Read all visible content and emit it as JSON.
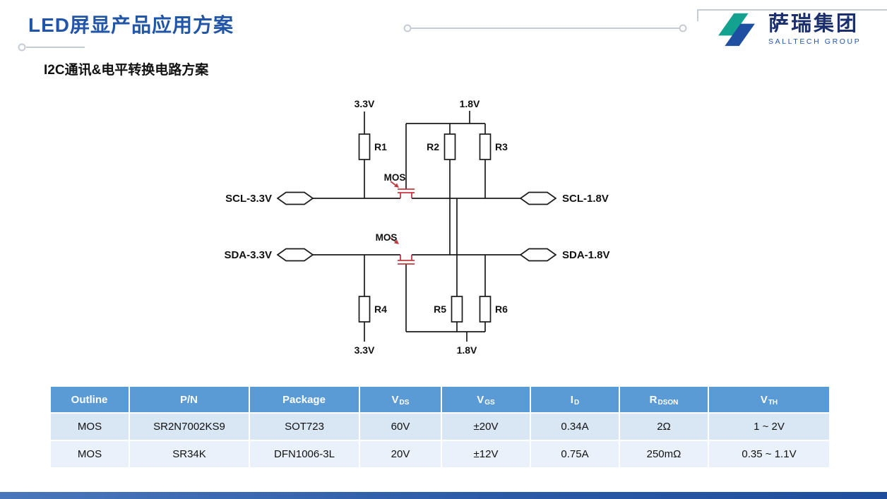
{
  "page": {
    "title": "LED屏显产品应用方案",
    "subtitle": "I2C通讯&电平转换电路方案"
  },
  "logo": {
    "company": "萨瑞集团",
    "group": "SALLTECH GROUP"
  },
  "colors": {
    "accent_blue": "#2155A8",
    "logo_teal": "#12A28F",
    "logo_blue": "#1F4FA0",
    "mos_red": "#C23A42",
    "table_header_bg": "#5B9BD5",
    "table_row1_bg": "#D9E6F4",
    "table_row2_bg": "#EAF1FA"
  },
  "circuit": {
    "rails": {
      "top_left": "3.3V",
      "top_right": "1.8V",
      "bottom_left": "3.3V",
      "bottom_right": "1.8V"
    },
    "mos_label": "MOS",
    "resistors": [
      "R1",
      "R2",
      "R3",
      "R4",
      "R5",
      "R6"
    ],
    "nets": {
      "scl_left": "SCL-3.3V",
      "scl_right": "SCL-1.8V",
      "sda_left": "SDA-3.3V",
      "sda_right": "SDA-1.8V"
    }
  },
  "table": {
    "columns": [
      {
        "label": "Outline",
        "sub": ""
      },
      {
        "label": "P/N",
        "sub": ""
      },
      {
        "label": "Package",
        "sub": ""
      },
      {
        "label": "V",
        "sub": "DS"
      },
      {
        "label": "V",
        "sub": "GS"
      },
      {
        "label": "I",
        "sub": "D"
      },
      {
        "label": "R",
        "sub": "DSON"
      },
      {
        "label": "V",
        "sub": "TH"
      }
    ],
    "rows": [
      [
        "MOS",
        "SR2N7002KS9",
        "SOT723",
        "60V",
        "±20V",
        "0.34A",
        "2Ω",
        "1 ~ 2V"
      ],
      [
        "MOS",
        "SR34K",
        "DFN1006-3L",
        "20V",
        "±12V",
        "0.75A",
        "250mΩ",
        "0.35 ~ 1.1V"
      ]
    ]
  }
}
